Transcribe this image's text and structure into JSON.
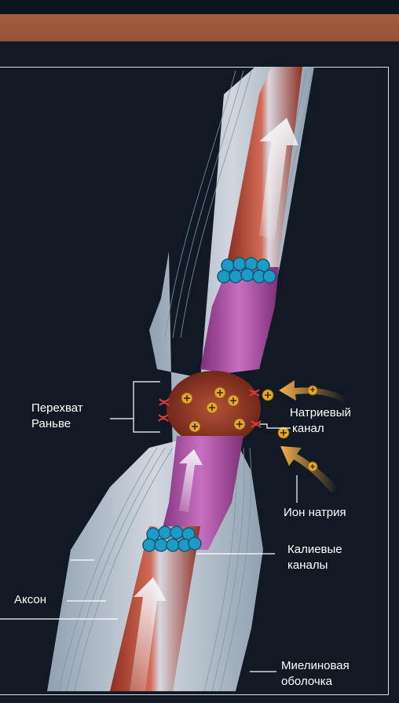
{
  "labels": {
    "node": [
      "Перехват",
      "Раньве"
    ],
    "sodium_channel": [
      "Натриевый",
      "канал"
    ],
    "sodium_ion": "Ион натрия",
    "potassium": [
      "Калиевые",
      "каналы"
    ],
    "axon": "Аксон",
    "myelin": [
      "Миелиновая",
      "оболочка"
    ]
  },
  "colors": {
    "background": "#111a24",
    "header": "#a35d3f",
    "myelin": "#c9d2dc",
    "node_ring": "#7d2f1a",
    "ion": "#e7a82a",
    "potassium_channel": "#1e9bc4",
    "axon_core": "#a33a2a",
    "impulse_arrow": "#f0a040"
  },
  "icons": [
    "plus-ion-icon",
    "sodium-channel-icon",
    "impulse-arrow-icon"
  ]
}
